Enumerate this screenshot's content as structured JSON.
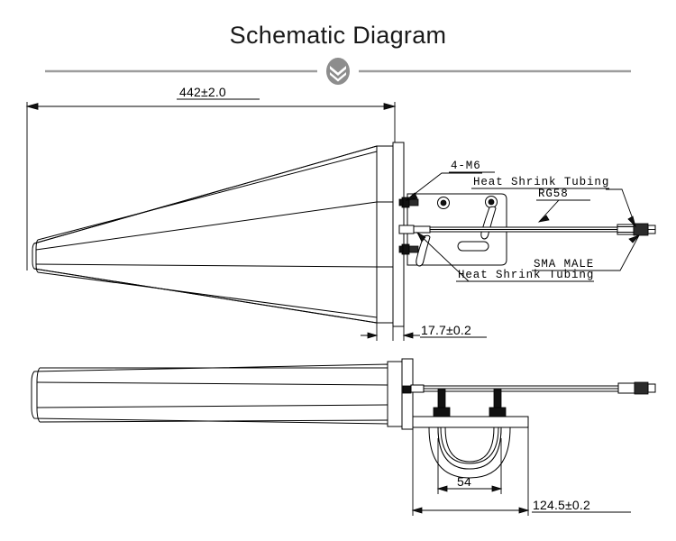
{
  "page": {
    "title": "Schematic Diagram",
    "background_color": "#ffffff",
    "line_color": "#000000",
    "divider_color": "#9a9a9a",
    "ornament_color": "#8d8d8d"
  },
  "divider": {
    "icon": "double-chevron-down-icon"
  },
  "labels": {
    "bolt_spec": "4-M6",
    "heat_shrink_top": "Heat Shrink Tubing",
    "heat_shrink_bottom": "Heat Shrink Tubing",
    "cable_type": "RG58",
    "connector": "SMA MALE"
  },
  "dimensions": {
    "overall_length": "442±2.0",
    "bracket_offset": "17.7±0.2",
    "clamp_width": "54",
    "mount_length": "124.5±0.2"
  },
  "views": {
    "top": {
      "name": "side-elevation-view",
      "description": "Log-periodic antenna radome, tapered profile with rear mounting bracket, pigtail cable and SMA male connector"
    },
    "bottom": {
      "name": "plan-view",
      "description": "Plan view of antenna with U-bolt pole clamp assembly"
    }
  },
  "chart_data": {
    "type": "table",
    "title": "Schematic Diagram",
    "categories": [
      "Overall length",
      "Bracket offset",
      "Clamp width",
      "Mount length"
    ],
    "values": [
      "442±2.0",
      "17.7±0.2",
      "54",
      "124.5±0.2"
    ]
  }
}
